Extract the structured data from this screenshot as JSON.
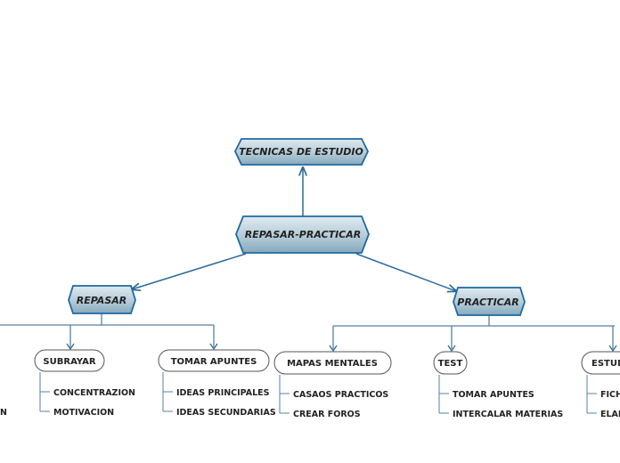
{
  "root": "TECNICAS DE ESTUDIO",
  "center": "REPASAR-PRACTICAR",
  "branches": {
    "repasar": {
      "label": "REPASAR",
      "children": {
        "left": {
          "leaves": [
            "N"
          ]
        },
        "subrayar": {
          "label": "SUBRAYAR",
          "leaves": [
            "CONCENTRAZION",
            "MOTIVACION"
          ]
        },
        "tomar": {
          "label": "TOMAR APUNTES",
          "leaves": [
            "IDEAS PRINCIPALES",
            "IDEAS SECUNDARIAS"
          ]
        }
      }
    },
    "practicar": {
      "label": "PRACTICAR",
      "children": {
        "mapas": {
          "label": "MAPAS MENTALES",
          "leaves": [
            "CASAOS PRACTICOS",
            "CREAR FOROS"
          ]
        },
        "test": {
          "label": "TEST",
          "leaves": [
            "TOMAR APUNTES",
            "INTERCALAR MATERIAS"
          ]
        },
        "estud": {
          "label": "ESTUD",
          "leaves": [
            "FICH",
            "ELAB"
          ]
        }
      }
    }
  },
  "colors": {
    "node_fill_top": "#d6e4ec",
    "node_fill_bottom": "#8fb3c6",
    "node_border": "#1f6aa0",
    "connector": "#2a6a9e"
  }
}
